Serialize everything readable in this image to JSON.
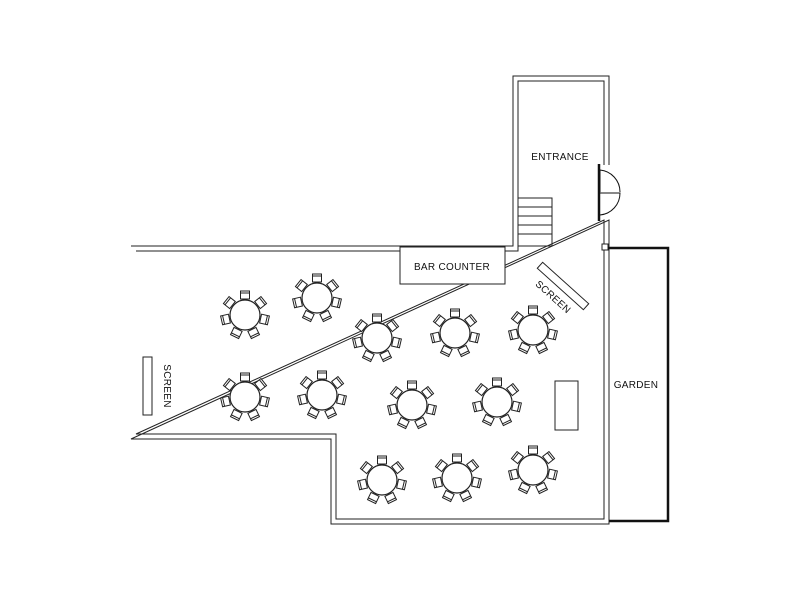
{
  "labels": {
    "entrance": "ENTRANCE",
    "bar_counter": "BAR COUNTER",
    "screen_left": "SCREEN",
    "screen_right": "SCREEN",
    "garden": "GARDEN"
  },
  "tables": {
    "count": 12,
    "chairs_per_table": 7
  }
}
